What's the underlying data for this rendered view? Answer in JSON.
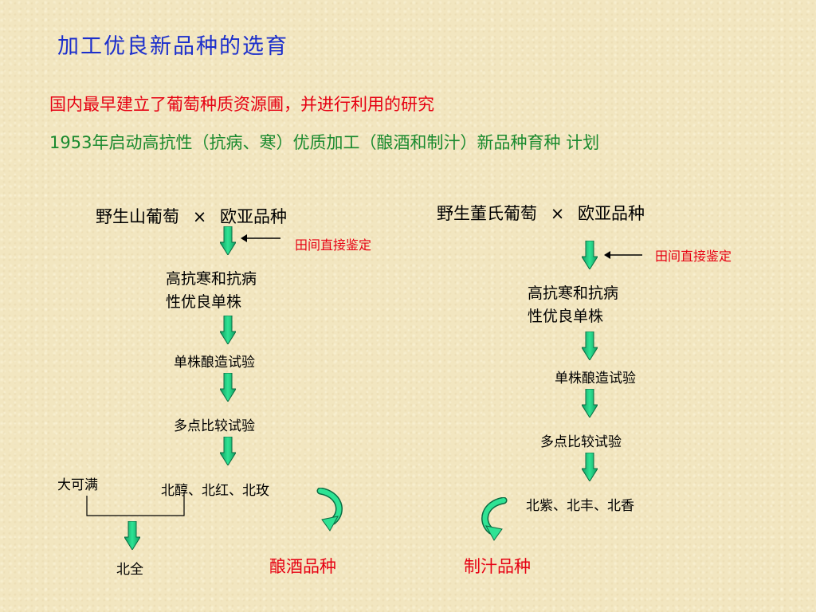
{
  "title": "加工优良新品种的选育",
  "intro": {
    "line1": "国内最早建立了葡萄种质资源圃，并进行利用的研究",
    "line2": "1953年启动高抗性（抗病、寒）优质加工（酿酒和制汁）新品种育种 计划"
  },
  "left_flow": {
    "parent_a": "野生山葡萄",
    "cross_symbol": "×",
    "parent_b": "欧亚品种",
    "field_note": "田间直接鉴定",
    "selection_line1": "高抗寒和抗病",
    "selection_line2": "性优良单株",
    "step1": "单株酿造试验",
    "step2": "多点比较试验",
    "extra_variety": "大可满",
    "results": "北醇、北红、北玫",
    "final_variety": "北全",
    "category": "酿酒品种"
  },
  "right_flow": {
    "parent_a": "野生董氏葡萄",
    "cross_symbol": "×",
    "parent_b": "欧亚品种",
    "field_note": "田间直接鉴定",
    "selection_line1": "高抗寒和抗病",
    "selection_line2": "性优良单株",
    "step1": "单株酿造试验",
    "step2": "多点比较试验",
    "results": "北紫、北丰、北香",
    "category": "制汁品种"
  },
  "colors": {
    "title": "#1c2fcc",
    "accent_red": "#e60012",
    "accent_green": "#1a8a2e",
    "arrow_fill": "#19c47a",
    "background": "#f2e6c0"
  }
}
